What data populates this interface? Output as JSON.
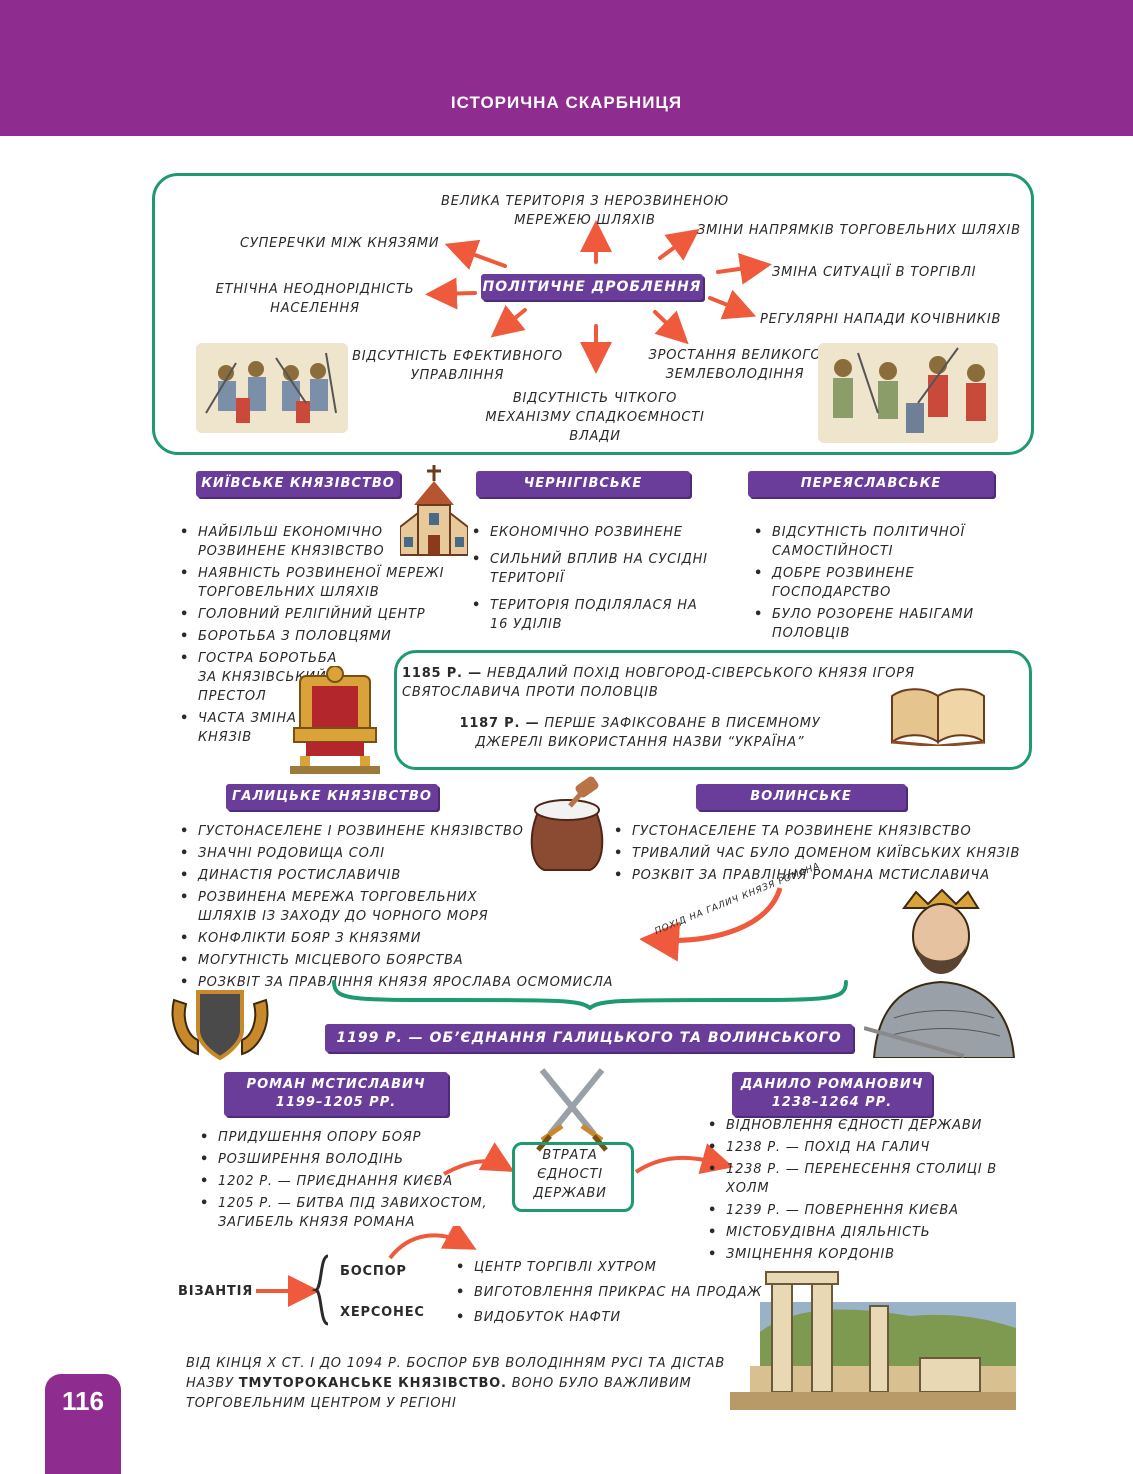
{
  "header": {
    "title": "ІСТОРИЧНА СКАРБНИЦЯ"
  },
  "fragmentation": {
    "center": "ПОЛІТИЧНЕ ДРОБЛЕННЯ",
    "causes": {
      "territory": "ВЕЛИКА ТЕРИТОРІЯ З НЕРОЗВИНЕНОЮ МЕРЕЖЕЮ ШЛЯХІВ",
      "disputes": "СУПЕРЕЧКИ МІЖ КНЯЗЯМИ",
      "routes": "ЗМІНИ НАПРЯМКІВ ТОРГОВЕЛЬНИХ ШЛЯХІВ",
      "trade": "ЗМІНА СИТУАЦІЇ В ТОРГІВЛІ",
      "ethnic": "ЕТНІЧНА НЕОДНОРІДНІСТЬ НАСЕЛЕННЯ",
      "nomads": "РЕГУЛЯРНІ НАПАДИ КОЧІВНИКІВ",
      "governance": "ВІДСУТНІСТЬ ЕФЕКТИВНОГО УПРАВЛІННЯ",
      "land": "ЗРОСТАННЯ ВЕЛИКОГО ЗЕМЛЕВОЛОДІННЯ",
      "succession": "ВІДСУТНІСТЬ ЧІТКОГО МЕХАНІЗМУ СПАДКОЄМНОСТІ ВЛАДИ"
    }
  },
  "kyiv": {
    "title": "КИЇВСЬКЕ КНЯЗІВСТВО",
    "items": [
      "НАЙБІЛЬШ ЕКОНОМІЧНО РОЗВИНЕНЕ КНЯЗІВСТВО",
      "НАЯВНІСТЬ РОЗВИНЕНОЇ МЕРЕЖІ ТОРГОВЕЛЬНИХ ШЛЯХІВ",
      "ГОЛОВНИЙ РЕЛІГІЙНИЙ ЦЕНТР",
      "БОРОТЬБА З ПОЛОВЦЯМИ",
      "ГОСТРА БОРОТЬБА ЗА КНЯЗІВСЬКИЙ ПРЕСТОЛ",
      "ЧАСТА ЗМІНА КНЯЗІВ"
    ]
  },
  "chernihiv": {
    "title": "ЧЕРНІГІВСЬКЕ КНЯЗІВСТВО",
    "items": [
      "ЕКОНОМІЧНО РОЗВИНЕНЕ",
      "СИЛЬНИЙ ВПЛИВ НА СУСІДНІ ТЕРИТОРІЇ",
      "ТЕРИТОРІЯ ПОДІЛЯЛАСЯ НА 16 УДІЛІВ"
    ]
  },
  "pereiaslav": {
    "title": "ПЕРЕЯСЛАВСЬКЕ КНЯЗІВСТВО",
    "items": [
      "ВІДСУТНІСТЬ ПОЛІТИЧНОЇ САМОСТІЙНОСТІ",
      "ДОБРЕ РОЗВИНЕНЕ ГОСПОДАРСТВО",
      "БУЛО РОЗОРЕНЕ НАБІГАМИ ПОЛОВЦІВ"
    ]
  },
  "events": {
    "e1185_year": "1185 Р. —",
    "e1185_text": "НЕВДАЛИЙ ПОХІД НОВГОРОД-СІВЕРСЬКОГО КНЯЗЯ ІГОРЯ СВЯТОСЛАВИЧА ПРОТИ ПОЛОВЦІВ",
    "e1187_year": "1187 Р. —",
    "e1187_text": "ПЕРШЕ ЗАФІКСОВАНЕ В ПИСЕМНОМУ ДЖЕРЕЛІ ВИКОРИСТАННЯ НАЗВИ “УКРАЇНА”"
  },
  "galych": {
    "title": "ГАЛИЦЬКЕ КНЯЗІВСТВО",
    "items": [
      "ГУСТОНАСЕЛЕНЕ І РОЗВИНЕНЕ КНЯЗІВСТВО",
      "ЗНАЧНІ РОДОВИЩА СОЛІ",
      "ДИНАСТІЯ РОСТИСЛАВИЧІВ",
      "РОЗВИНЕНА МЕРЕЖА ТОРГОВЕЛЬНИХ ШЛЯХІВ ІЗ ЗАХОДУ ДО ЧОРНОГО МОРЯ",
      "КОНФЛІКТИ БОЯР З КНЯЗЯМИ",
      "МОГУТНІСТЬ МІСЦЕВОГО БОЯРСТВА",
      "РОЗКВІТ ЗА ПРАВЛІННЯ КНЯЗЯ ЯРОСЛАВА ОСМОМИСЛА"
    ]
  },
  "volyn": {
    "title": "ВОЛИНСЬКЕ КНЯЗІВСТВО",
    "items": [
      "ГУСТОНАСЕЛЕНЕ ТА РОЗВИНЕНЕ КНЯЗІВСТВО",
      "ТРИВАЛИЙ ЧАС БУЛО ДОМЕНОМ КИЇВСЬКИХ КНЯЗІВ",
      "РОЗКВІТ ЗА ПРАВЛІННЯ РОМАНА МСТИСЛАВИЧА"
    ],
    "arrow_label": "ПОХІД НА ГАЛИЧ КНЯЗЯ РОМАНА"
  },
  "unification": "1199 Р. — ОБ’ЄДНАННЯ ГАЛИЦЬКОГО ТА ВОЛИНСЬКОГО КНЯЗІВСТВ",
  "roman": {
    "name": "РОМАН МСТИСЛАВИЧ",
    "years": "1199–1205 РР.",
    "items": [
      "ПРИДУШЕННЯ ОПОРУ БОЯР",
      "РОЗШИРЕННЯ ВОЛОДІНЬ",
      "1202 Р. — ПРИЄДНАННЯ КИЄВА",
      "1205 Р. — БИТВА ПІД ЗАВИХОСТОМ, ЗАГИБЕЛЬ КНЯЗЯ РОМАНА"
    ]
  },
  "loss": "ВТРАТА ЄДНОСТІ ДЕРЖАВИ",
  "danylo": {
    "name": "ДАНИЛО РОМАНОВИЧ",
    "years": "1238–1264 РР.",
    "items": [
      "ВІДНОВЛЕННЯ ЄДНОСТІ ДЕРЖАВИ",
      "1238 Р. — ПОХІД НА ГАЛИЧ",
      "1238 Р. — ПЕРЕНЕСЕННЯ СТОЛИЦІ В ХОЛМ",
      "1239 Р. — ПОВЕРНЕННЯ КИЄВА",
      "МІСТОБУДІВНА ДІЯЛЬНІСТЬ",
      "ЗМІЦНЕННЯ КОРДОНІВ"
    ]
  },
  "byzantium": {
    "label": "ВІЗАНТІЯ",
    "bospor": "БОСПОР",
    "chersonesus": "ХЕРСОНЕС",
    "items": [
      "ЦЕНТР ТОРГІВЛІ ХУТРОМ",
      "ВИГОТОВЛЕННЯ ПРИКРАС НА ПРОДАЖ",
      "ВИДОБУТОК НАФТИ"
    ]
  },
  "note": {
    "text1": "ВІД КІНЦЯ Х СТ. І ДО 1094 Р. БОСПОР БУВ ВОЛОДІННЯМ РУСІ ТА ДІСТАВ НАЗВУ ",
    "bold": "ТМУТОРОКАНСЬКЕ КНЯЗІВСТВО.",
    "text2": " ВОНО БУЛО ВАЖЛИВИМ ТОРГОВЕЛЬНИМ ЦЕНТРОМ У РЕГІОНІ"
  },
  "page_number": "116",
  "colors": {
    "header": "#8e2c8f",
    "band": "#6a3d9a",
    "frame": "#1f9a6e",
    "arrow": "#ef5a3c"
  }
}
